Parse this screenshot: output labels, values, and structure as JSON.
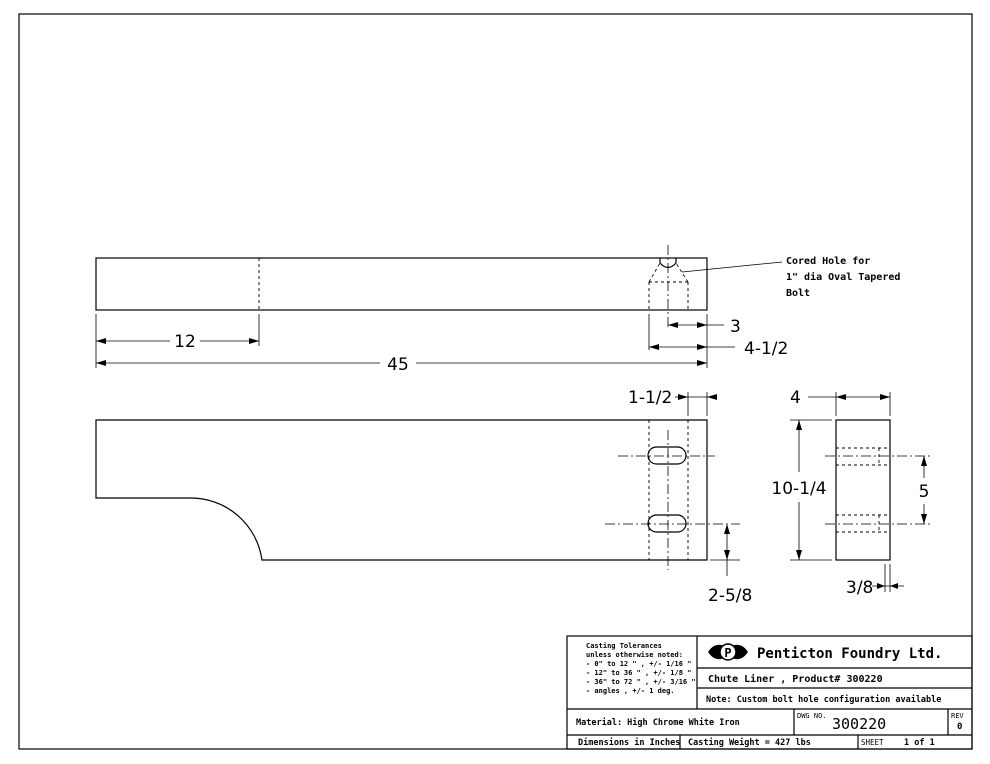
{
  "title_block": {
    "company": "Penticton Foundry Ltd.",
    "logo_letter": "P",
    "part_description": "Chute Liner , Product# 300220",
    "note": "Note: Custom bolt hole configuration available",
    "material": "Material: High Chrome White Iron",
    "dwg_no_label": "DWG NO.",
    "dwg_no": "300220",
    "rev_label": "REV",
    "rev": "0",
    "dimensions_in": "Dimensions in Inches",
    "casting_weight": "Casting Weight = 427 lbs",
    "sheet_label": "SHEET",
    "sheet": "1 of 1",
    "tolerances": [
      "Casting Tolerances",
      "unless otherwise noted:",
      "- 0\" to 12 \" , +/- 1/16 \"",
      "- 12\" to 36 \" , +/- 1/8 \"",
      "- 36\" to 72 \" , +/- 3/16 \"",
      "- angles , +/- 1 deg."
    ]
  },
  "callout": {
    "line1": "Cored Hole for",
    "line2": "1\" dia Oval Tapered",
    "line3": "Bolt"
  },
  "dimensions": {
    "d12": "12",
    "d45": "45",
    "d3": "3",
    "d4_1_2": "4-1/2",
    "d1_1_2": "1-1/2",
    "d2_5_8": "2-5/8",
    "d4": "4",
    "d10_1_4": "10-1/4",
    "d5": "5",
    "d3_8": "3/8"
  }
}
